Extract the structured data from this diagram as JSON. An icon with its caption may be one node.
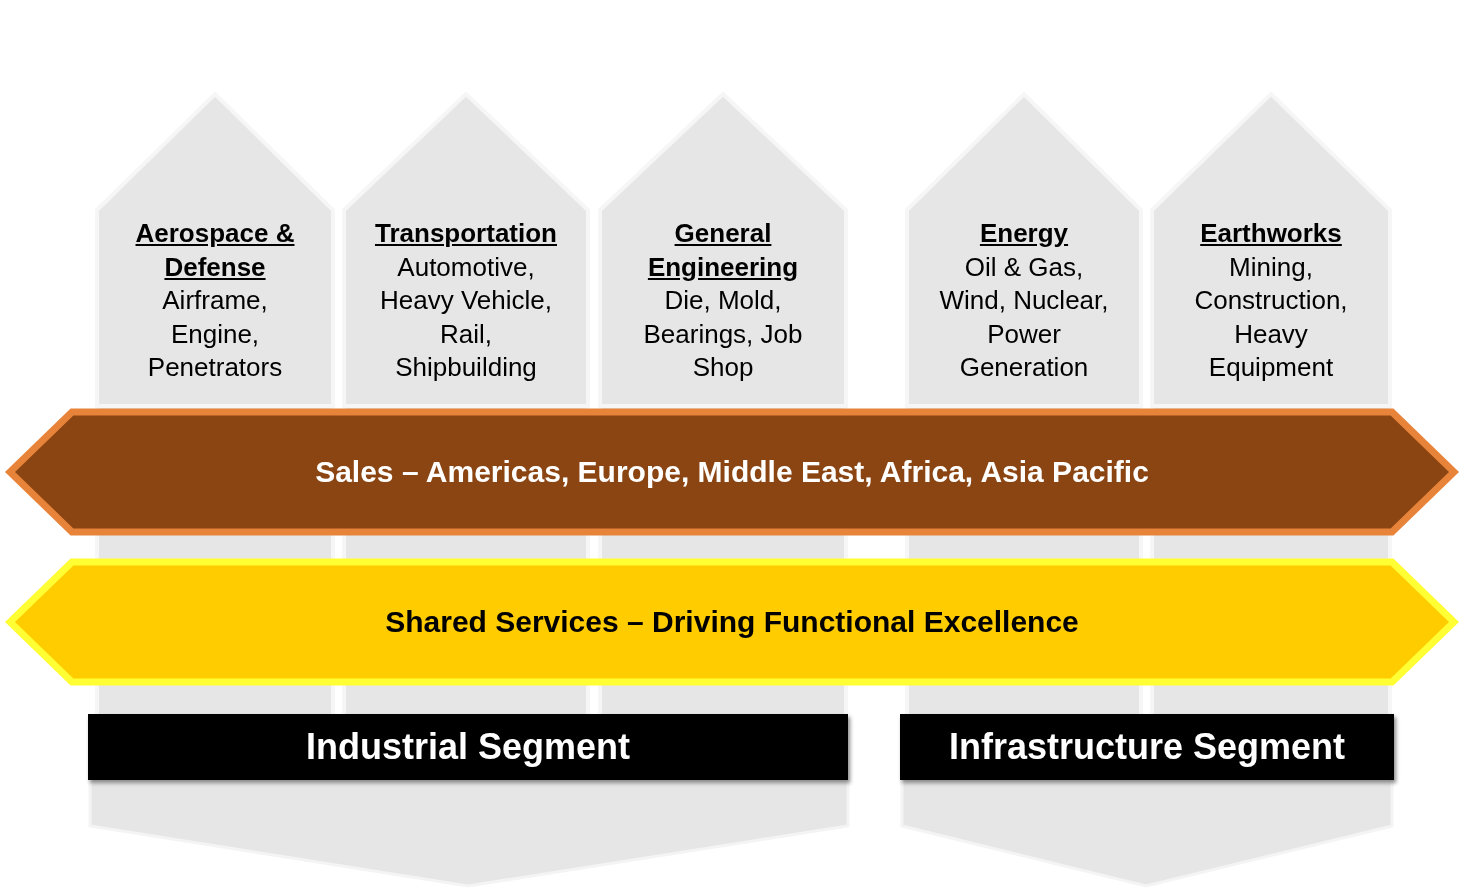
{
  "diagram": {
    "nodes": [
      {
        "text": [
          "Aerospace & Defense",
          "Airframe, Engine, Penetrators"
        ]
      },
      {
        "text": [
          "Transportation",
          "Automotive, Heavy Vehicle, Rail, Shipbuilding"
        ]
      },
      {
        "text": [
          "General Engineering",
          "Die, Mold, Bearings, Job Shop"
        ]
      },
      {
        "text": [
          "Energy",
          "Oil & Gas, Wind, Nuclear, Power Generation"
        ]
      },
      {
        "text": [
          "Earthworks",
          "Mining, Construction, Heavy Equipment"
        ]
      },
      {
        "text": [
          "Sales – Americas, Europe, Middle East, Africa, Asia Pacific"
        ]
      },
      {
        "text": [
          "Shared Services – Driving Functional Excellence"
        ]
      },
      {
        "text": [
          "Industrial Segment"
        ]
      },
      {
        "text": [
          "Infrastructure Segment"
        ]
      }
    ],
    "edges": []
  }
}
